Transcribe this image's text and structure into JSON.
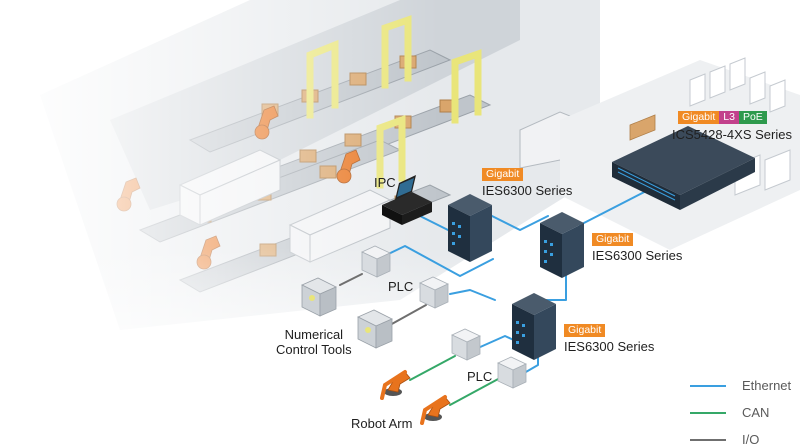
{
  "labels": {
    "ipc": "IPC",
    "plc_upper": "PLC",
    "plc_lower": "PLC",
    "numerical": "Numerical\nControl Tools",
    "robot_arm": "Robot Arm",
    "switch1": "IES6300 Series",
    "switch2": "IES6300 Series",
    "switch3": "IES6300 Series",
    "core_switch": "ICS5428-4XS Series"
  },
  "badges": {
    "gigabit": "Gigabit",
    "l3": "L3",
    "poe": "PoE"
  },
  "legend": [
    {
      "label": "Ethernet",
      "color": "#3a9fe0"
    },
    {
      "label": "CAN",
      "color": "#35a868"
    },
    {
      "label": "I/O",
      "color": "#6f6f6f"
    }
  ],
  "colors": {
    "ethernet": "#3a9fe0",
    "can": "#35a868",
    "io": "#6f6f6f",
    "gigabit": "#f08a24",
    "l3": "#c2418c",
    "poe": "#2e9a4d",
    "switch_body": "#2c3e50",
    "robot": "#e8731d",
    "gantry": "#e9e57a"
  }
}
